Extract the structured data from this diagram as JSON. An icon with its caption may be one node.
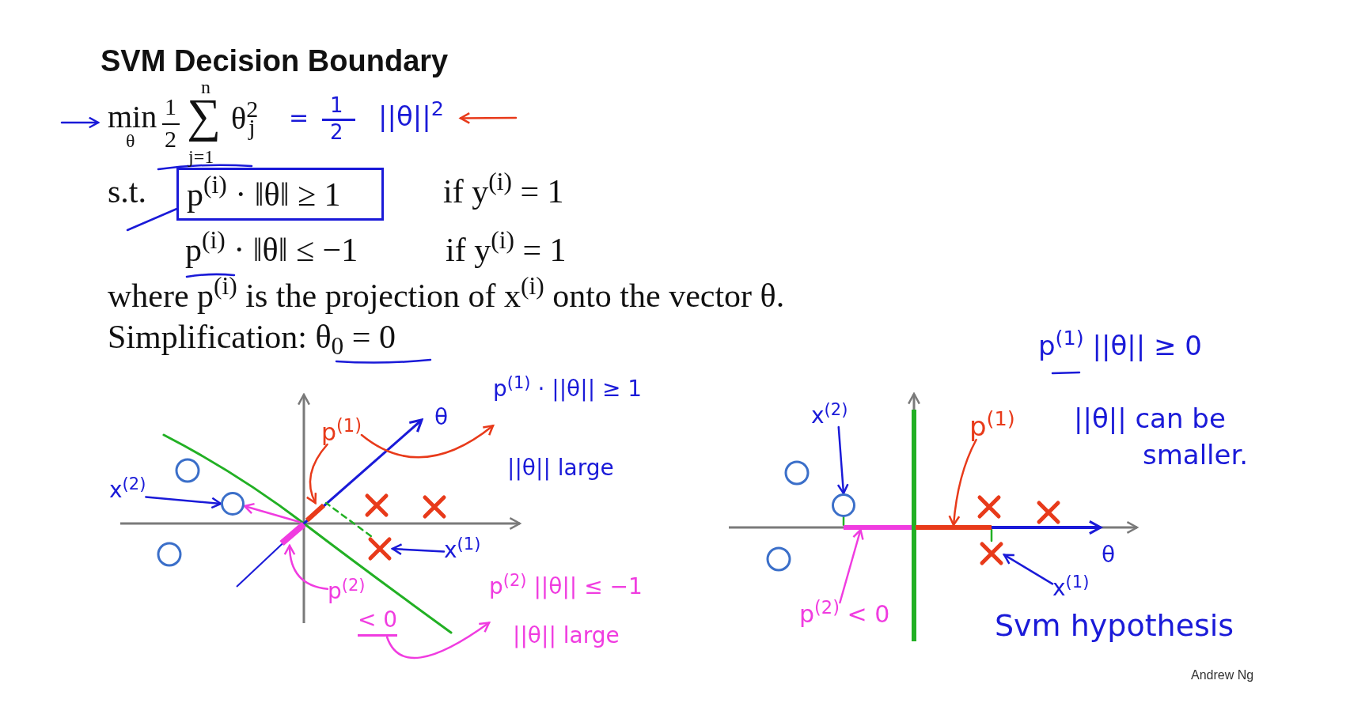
{
  "diagram": {
    "title": "SVM Decision Boundary",
    "nodes": [
      {
        "text": [
          "min",
          "θ",
          "1",
          "2",
          "n",
          "∑",
          "j=1",
          "θ$^{2}$$_{j}$"
        ]
      },
      {
        "text": [
          "=",
          "1",
          "2",
          "||θ||$^{2}$"
        ]
      },
      {
        "text": [
          "p$^{(i)}$ · ‖θ‖ ≥ 1"
        ]
      },
      {
        "text": [
          "p$^{(1)}$"
        ]
      },
      {
        "text": [
          "p$^{(1)}$ · ||θ|| ≥ 1",
          "||θ|| large"
        ]
      },
      {
        "text": [
          "x$^{(2)}$"
        ]
      },
      {
        "text": [],
        "shape": "circle"
      },
      {
        "text": [],
        "shape": "bar"
      },
      {
        "text": [],
        "shape": "cross"
      },
      {
        "text": [
          "x$^{(1)}$"
        ]
      },
      {
        "text": [],
        "shape": "bar"
      },
      {
        "text": [
          "p$^{(2)}$",
          "< 0"
        ]
      },
      {
        "text": [
          "p$^{(2)}$ ||θ|| ≤ −1",
          "||θ|| large"
        ]
      },
      {
        "text": [
          "x$^{(2)}$"
        ]
      },
      {
        "text": [
          "p$^{(1)}$"
        ]
      },
      {
        "text": [],
        "shape": "circle"
      },
      {
        "text": [],
        "shape": "bar"
      },
      {
        "text": [],
        "shape": "cross"
      },
      {
        "text": [
          "x$^{(1)}$"
        ]
      },
      {
        "text": [],
        "shape": "bar"
      },
      {
        "text": [
          "p$^{(2)}$ < 0"
        ]
      }
    ],
    "edges": [
      {
        "from": null,
        "to": 0,
        "arrow": "to"
      },
      {
        "from": null,
        "to": 1,
        "arrow": "to",
        "color": "#e83a1a"
      },
      {
        "from": 3,
        "to": 7,
        "arrow": "to",
        "color": "#e83a1a"
      },
      {
        "from": 3,
        "to": 4,
        "arrow": "to",
        "color": "#e83a1a"
      },
      {
        "from": 5,
        "to": 6,
        "arrow": "to"
      },
      {
        "from": 10,
        "to": 6,
        "arrow": "to",
        "color": "#f03ce0"
      },
      {
        "from": 9,
        "to": 8,
        "arrow": "to"
      },
      {
        "from": 11,
        "to": 10,
        "arrow": "to",
        "color": "#f03ce0"
      },
      {
        "from": 11,
        "to": 12,
        "arrow": "to",
        "color": "#f03ce0"
      },
      {
        "from": 13,
        "to": 15,
        "arrow": "to"
      },
      {
        "from": 14,
        "to": 16,
        "arrow": "to",
        "color": "#e83a1a"
      },
      {
        "from": 18,
        "to": 17,
        "arrow": "to"
      },
      {
        "from": 20,
        "to": 19,
        "arrow": "to",
        "color": "#f03ce0"
      },
      {
        "from": 8,
        "to": 7,
        "arrow": "none",
        "style": "dashed",
        "color": "#22b024"
      },
      {
        "from": 17,
        "to": 16,
        "arrow": "none",
        "color": "#22b024"
      },
      {
        "from": 15,
        "to": 19,
        "arrow": "none",
        "color": "#22b024"
      },
      {
        "from": null,
        "to": 2,
        "arrow": "none"
      }
    ],
    "labels": [
      "s.t.",
      "if y$^{(i)}$ = 1",
      "p$^{(i)}$ · ‖θ‖ ≤ −1",
      "if y$^{(i)}$ = 1",
      "where p$^{(i)}$ is the projection of x$^{(i)}$ onto the vector θ.",
      "Simplification: θ$_{0}$ = 0",
      "p$^{(1)}$ ||θ|| ≥ 0",
      "θ",
      "||θ|| can be smaller.",
      "θ",
      "Svm hypothesis",
      "Andrew Ng"
    ]
  }
}
